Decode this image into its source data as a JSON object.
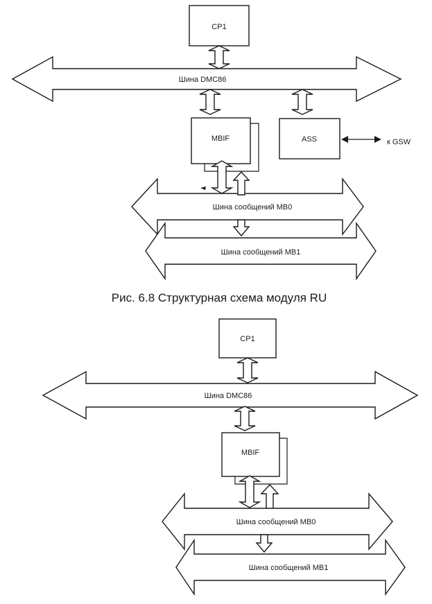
{
  "figure1": {
    "cp1_label": "CP1",
    "dmc_bus_label": "Шина  DMC86",
    "mbif_label": "MBIF",
    "ass_label": "ASS",
    "gsw_label": "к GSW",
    "mb0_bus_label": "Шина  сообщений  MB0",
    "mb1_bus_label": "Шина    сообщений   MB1",
    "caption": "Рис. 6.8  Структурная схема модуля RU"
  },
  "figure2": {
    "cp1_label": "CP1",
    "dmc_bus_label": "Шина  DMC86",
    "mbif_label": "MBIF",
    "mb0_bus_label": "Шина  сообщений  MB0",
    "mb1_bus_label": "Шина    сообщений   MB1"
  }
}
